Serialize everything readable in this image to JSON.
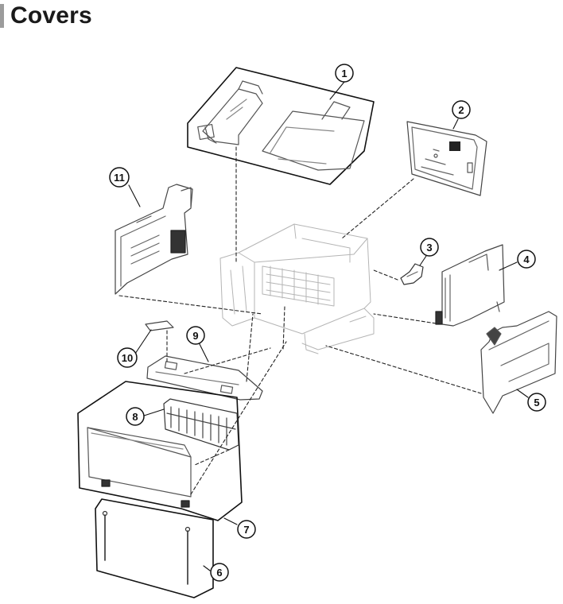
{
  "page": {
    "title": "Covers"
  },
  "callouts": [
    "1",
    "2",
    "3",
    "4",
    "5",
    "6",
    "7",
    "8",
    "9",
    "10",
    "11"
  ]
}
